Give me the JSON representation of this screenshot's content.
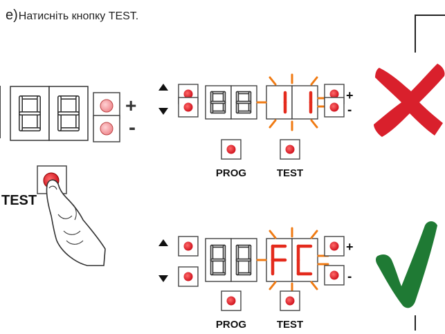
{
  "step": {
    "letter": "e)",
    "instruction": "Натисніть кнопку TEST."
  },
  "left_panel": {
    "display_text": "88",
    "plus_sign": "+",
    "minus_sign": "-",
    "button_label": "TEST"
  },
  "panel_top": {
    "left_display": "88",
    "right_display": "11",
    "plus_sign": "+",
    "minus_sign": "-",
    "prog_label": "PROG",
    "test_label": "TEST",
    "result_icon": "red-cross-icon"
  },
  "panel_bottom": {
    "left_display": "88",
    "right_display": "FC",
    "plus_sign": "+",
    "minus_sign": "-",
    "prog_label": "PROG",
    "test_label": "TEST",
    "result_icon": "green-check-icon"
  },
  "colors": {
    "led_red": "#e01b24",
    "led_off": "#f4a9ad",
    "segment_off": "#333333",
    "segment_lit": "#e42a1c",
    "flash_ray": "#f07a12",
    "cross": "#d9202c",
    "check": "#1f7a34"
  }
}
